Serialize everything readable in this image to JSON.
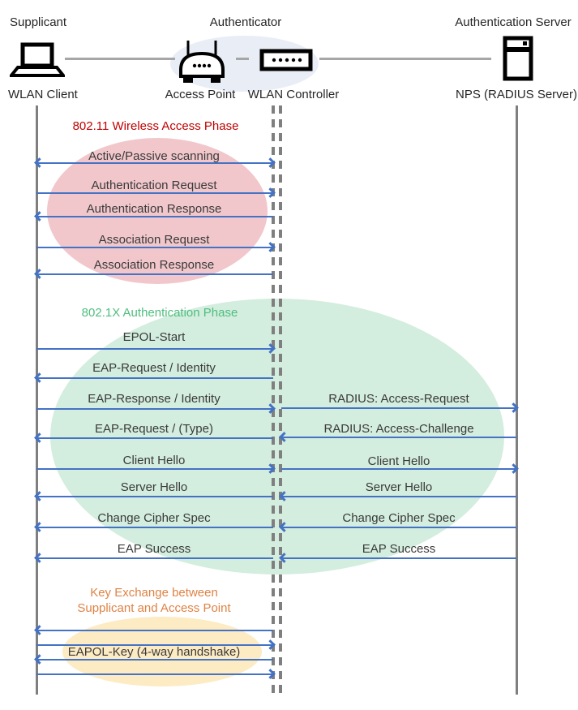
{
  "diagram": {
    "header": {
      "supplicant_role": "Supplicant",
      "authenticator_role": "Authenticator",
      "auth_server_role": "Authentication Server",
      "wlan_client_label": "WLAN Client",
      "access_point_label": "Access Point",
      "wlan_controller_label": "WLAN Controller",
      "nps_label": "NPS (RADIUS Server)"
    },
    "phases": {
      "wireless": {
        "title": "802.11 Wireless Access Phase",
        "title_color": "#C00000",
        "ellipse_fill": "#F1C7CB"
      },
      "dot1x": {
        "title": "802.1X Authentication Phase",
        "title_color": "#4FBE7E",
        "ellipse_fill": "#D3EDDE"
      },
      "key_exchange": {
        "title_line1": "Key Exchange between",
        "title_line2": "Supplicant and Access Point",
        "title_color": "#DF8244",
        "ellipse_fill": "#FDEBC3"
      }
    },
    "messages": {
      "client_to_controller": [
        {
          "label": "Active/Passive scanning",
          "direction": "both"
        },
        {
          "label": "Authentication Request",
          "direction": "right"
        },
        {
          "label": "Authentication Response",
          "direction": "left"
        },
        {
          "label": "Association Request",
          "direction": "right"
        },
        {
          "label": "Association Response",
          "direction": "left"
        },
        {
          "label": "EPOL-Start",
          "direction": "right"
        },
        {
          "label": "EAP-Request / Identity",
          "direction": "left"
        },
        {
          "label": "EAP-Response / Identity",
          "direction": "right"
        },
        {
          "label": "EAP-Request / (Type)",
          "direction": "left"
        },
        {
          "label": "Client Hello",
          "direction": "right"
        },
        {
          "label": "Server Hello",
          "direction": "left"
        },
        {
          "label": "Change Cipher Spec",
          "direction": "left"
        },
        {
          "label": "EAP Success",
          "direction": "left"
        },
        {
          "label": "",
          "direction": "left"
        },
        {
          "label": "",
          "direction": "right"
        },
        {
          "label": "EAPOL-Key (4-way handshake)",
          "direction": "left"
        },
        {
          "label": "",
          "direction": "right"
        }
      ],
      "controller_to_server": [
        {
          "label": "RADIUS: Access-Request",
          "direction": "right"
        },
        {
          "label": "RADIUS: Access-Challenge",
          "direction": "left"
        },
        {
          "label": "Client Hello",
          "direction": "right"
        },
        {
          "label": "Server Hello",
          "direction": "left"
        },
        {
          "label": "Change Cipher Spec",
          "direction": "left"
        },
        {
          "label": "EAP Success",
          "direction": "left"
        }
      ]
    },
    "colors": {
      "arrow": "#4472C4",
      "lifeline": "#7F7F7F",
      "message_text": "#3A3A3A",
      "authenticator_ellipse": "#E9EDF6",
      "top_connector": "#A6A6A6"
    }
  }
}
